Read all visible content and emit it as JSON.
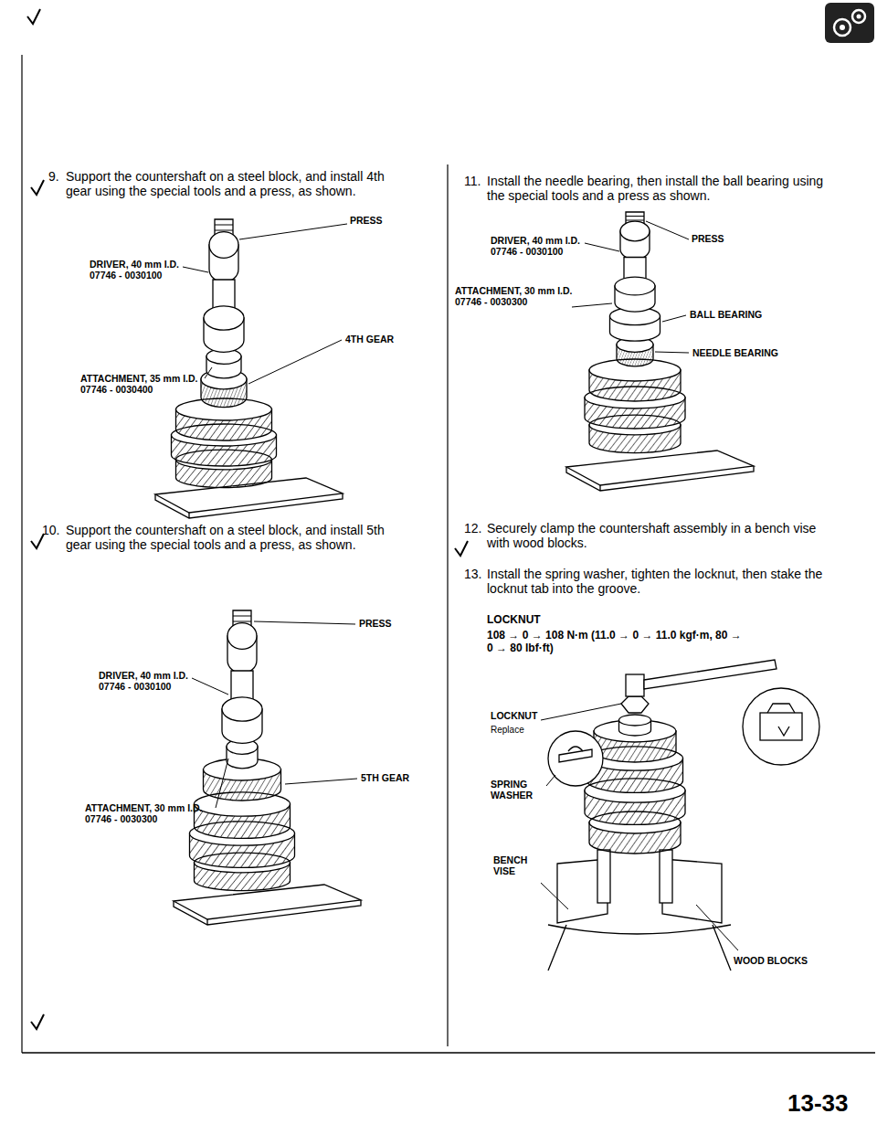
{
  "diagram": {
    "labels": [
      "9.",
      "Support the countershaft on a steel block, and install 4th gear using the special tools and a press, as shown.",
      "PRESS",
      "DRIVER, 40 mm I.D. 07746 - 0030100",
      "4TH GEAR",
      "ATTACHMENT, 35 mm I.D. 07746 - 0030400",
      "10.",
      "Support the countershaft on a steel block, and install 5th gear using the special tools and a press, as shown.",
      "PRESS",
      "DRIVER, 40 mm I.D. 07746 - 0030100",
      "5TH GEAR",
      "ATTACHMENT, 30 mm I.D. 07746 - 0030300",
      "11.",
      "Install the needle bearing, then install the ball bearing using the special tools and a press as shown.",
      "DRIVER, 40 mm I.D. 07746 - 0030100",
      "PRESS",
      "ATTACHMENT, 30 mm I.D. 07746 - 0030300",
      "BALL BEARING",
      "NEEDLE BEARING",
      "12.",
      "Securely clamp the countershaft assembly in a bench vise with wood blocks.",
      "13.",
      "Install the spring washer, tighten the locknut, then stake the locknut tab into the groove.",
      "LOCKNUT",
      "108 → 0 → 108 N·m (11.0 → 0 → 11.0 kgf·m, 80 → 0 → 80 lbf·ft)",
      "LOCKNUT",
      "Replace",
      "SPRING WASHER",
      "BENCH VISE",
      "WOOD BLOCKS",
      "13-33"
    ]
  }
}
